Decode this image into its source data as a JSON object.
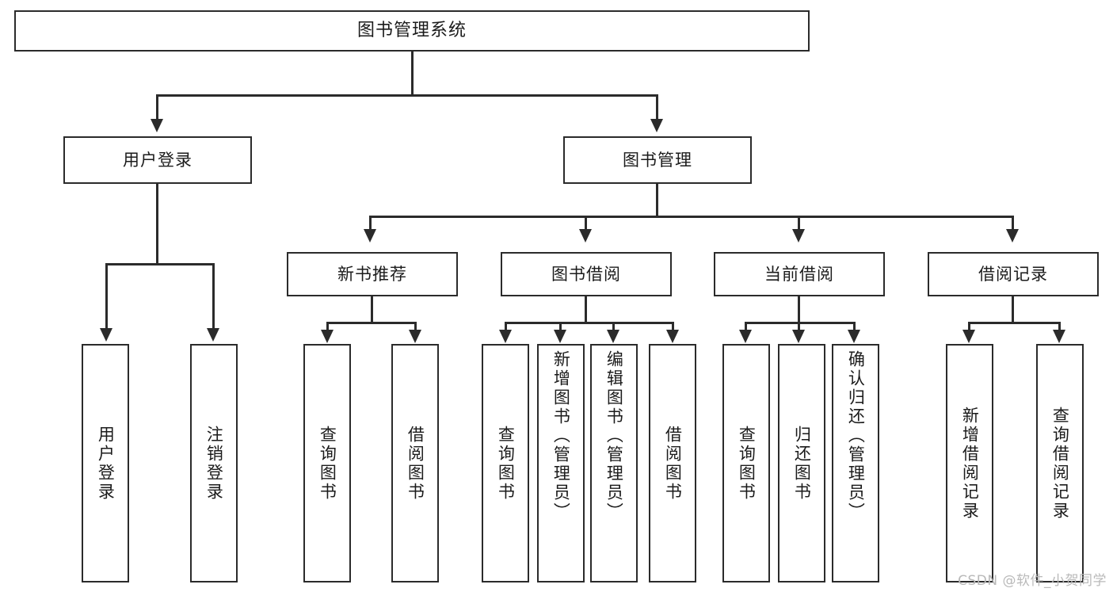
{
  "diagram": {
    "type": "tree-hierarchy",
    "title": "图书管理系统",
    "root": {
      "id": "root",
      "label": "图书管理系统"
    },
    "level1": [
      {
        "id": "user-login",
        "label": "用户登录"
      },
      {
        "id": "book-management",
        "label": "图书管理"
      }
    ],
    "level2": [
      {
        "id": "new-book-recommend",
        "label": "新书推荐",
        "parent": "book-management"
      },
      {
        "id": "book-borrow",
        "label": "图书借阅",
        "parent": "book-management"
      },
      {
        "id": "current-borrow",
        "label": "当前借阅",
        "parent": "book-management"
      },
      {
        "id": "borrow-record",
        "label": "借阅记录",
        "parent": "book-management"
      }
    ],
    "leaves": {
      "user_login": [
        {
          "id": "leaf-user-login",
          "label": "用户登录"
        },
        {
          "id": "leaf-logout",
          "label": "注销登录"
        }
      ],
      "new_book_recommend": [
        {
          "id": "leaf-query-book-1",
          "label": "查询图书"
        },
        {
          "id": "leaf-borrow-book-1",
          "label": "借阅图书"
        }
      ],
      "book_borrow": [
        {
          "id": "leaf-query-book-2",
          "label": "查询图书"
        },
        {
          "id": "leaf-add-book",
          "label": "新增图书（管理员）"
        },
        {
          "id": "leaf-edit-book",
          "label": "编辑图书（管理员）"
        },
        {
          "id": "leaf-borrow-book-2",
          "label": "借阅图书"
        }
      ],
      "current_borrow": [
        {
          "id": "leaf-query-book-3",
          "label": "查询图书"
        },
        {
          "id": "leaf-return-book",
          "label": "归还图书"
        },
        {
          "id": "leaf-confirm-return",
          "label": "确认归还（管理员）"
        }
      ],
      "borrow_record": [
        {
          "id": "leaf-add-record",
          "label": "新增借阅记录"
        },
        {
          "id": "leaf-query-record",
          "label": "查询借阅记录"
        }
      ]
    },
    "colors": {
      "stroke": "#2b2b2b",
      "text": "#1b1b1b",
      "background": "#ffffff",
      "watermark": "#b9b9b9"
    }
  },
  "watermark": {
    "text": "CSDN @软件_小贺同学"
  }
}
